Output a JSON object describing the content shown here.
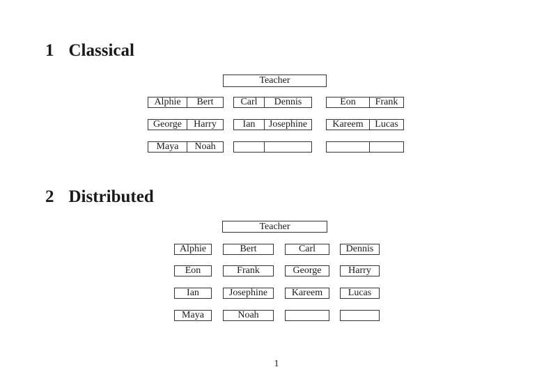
{
  "page_number": "1",
  "sections": {
    "classical": {
      "number": "1",
      "title": "Classical",
      "teacher_label": "Teacher",
      "desks": [
        {
          "left": "Alphie",
          "right": "Bert"
        },
        {
          "left": "Carl",
          "right": "Dennis"
        },
        {
          "left": "Eon",
          "right": "Frank"
        },
        {
          "left": "George",
          "right": "Harry"
        },
        {
          "left": "Ian",
          "right": "Josephine"
        },
        {
          "left": "Kareem",
          "right": "Lucas"
        },
        {
          "left": "Maya",
          "right": "Noah"
        },
        {
          "left": "",
          "right": ""
        },
        {
          "left": "",
          "right": ""
        }
      ]
    },
    "distributed": {
      "number": "2",
      "title": "Distributed",
      "teacher_label": "Teacher",
      "seats": [
        "Alphie",
        "Bert",
        "Carl",
        "Dennis",
        "Eon",
        "Frank",
        "George",
        "Harry",
        "Ian",
        "Josephine",
        "Kareem",
        "Lucas",
        "Maya",
        "Noah",
        "",
        ""
      ]
    }
  }
}
